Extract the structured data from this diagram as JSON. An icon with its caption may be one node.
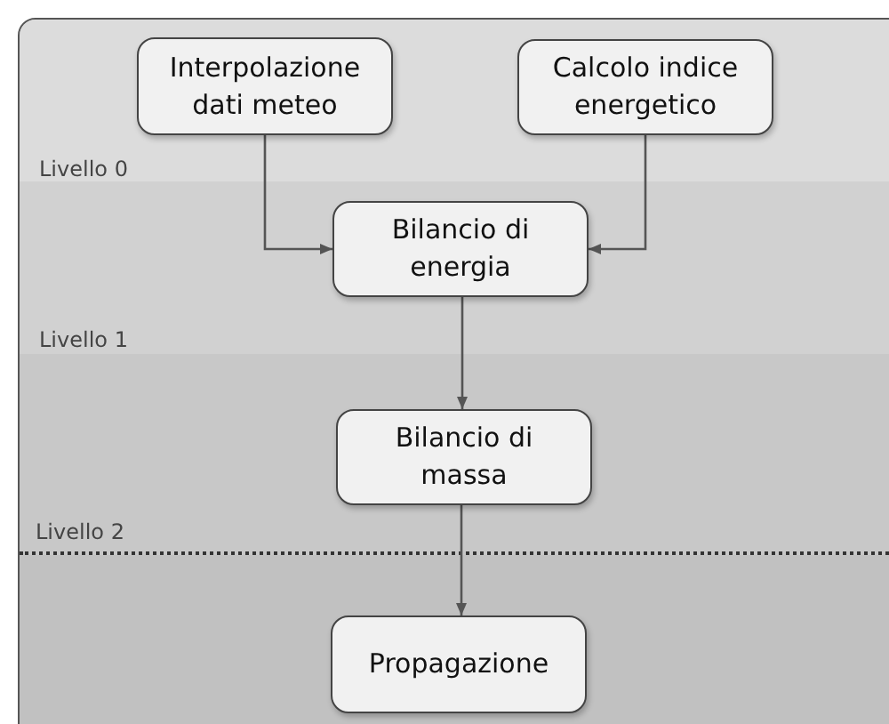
{
  "diagram": {
    "nodes": [
      {
        "text": [
          "Interpolazione dati meteo"
        ]
      },
      {
        "text": [
          "Calcolo indice energetico"
        ]
      },
      {
        "text": [
          "Bilancio di energia"
        ]
      },
      {
        "text": [
          "Bilancio di massa"
        ]
      },
      {
        "text": [
          "Propagazione"
        ]
      }
    ],
    "edges": [
      {
        "from": 0,
        "to": 2,
        "arrow": "to"
      },
      {
        "from": 1,
        "to": 2,
        "arrow": "to"
      },
      {
        "from": 2,
        "to": 3,
        "arrow": "to"
      },
      {
        "from": 3,
        "to": 4,
        "arrow": "to"
      }
    ],
    "labels": [
      "Livello 0",
      "Livello 1",
      "Livello 2"
    ]
  }
}
